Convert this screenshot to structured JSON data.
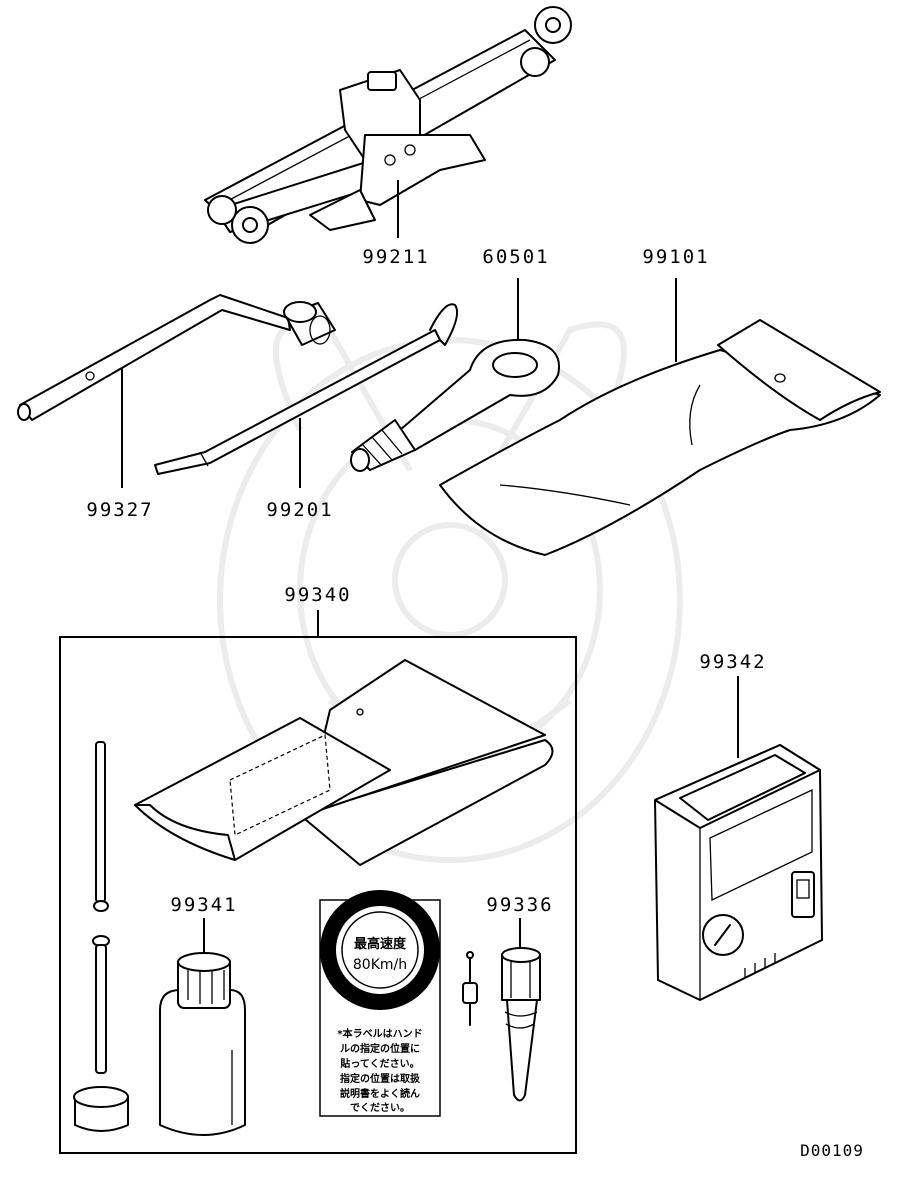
{
  "parts": {
    "jack": "99211",
    "tow_hook": "60501",
    "tool_bag": "99101",
    "wheel_wrench": "99327",
    "jack_handle": "99201",
    "repair_kit": "99340",
    "compressor": "99342",
    "sealant_bottle": "99341",
    "valve_tool": "99336"
  },
  "speed_label": {
    "line1": "最高速度",
    "line2": "80Km/h",
    "note_lines": [
      "*本ラベルはハンド",
      "ルの指定の位置に",
      "貼ってください。",
      "指定の位置は取扱",
      "説明書をよく読ん",
      "でください。"
    ]
  },
  "diagram_code": "D00109"
}
